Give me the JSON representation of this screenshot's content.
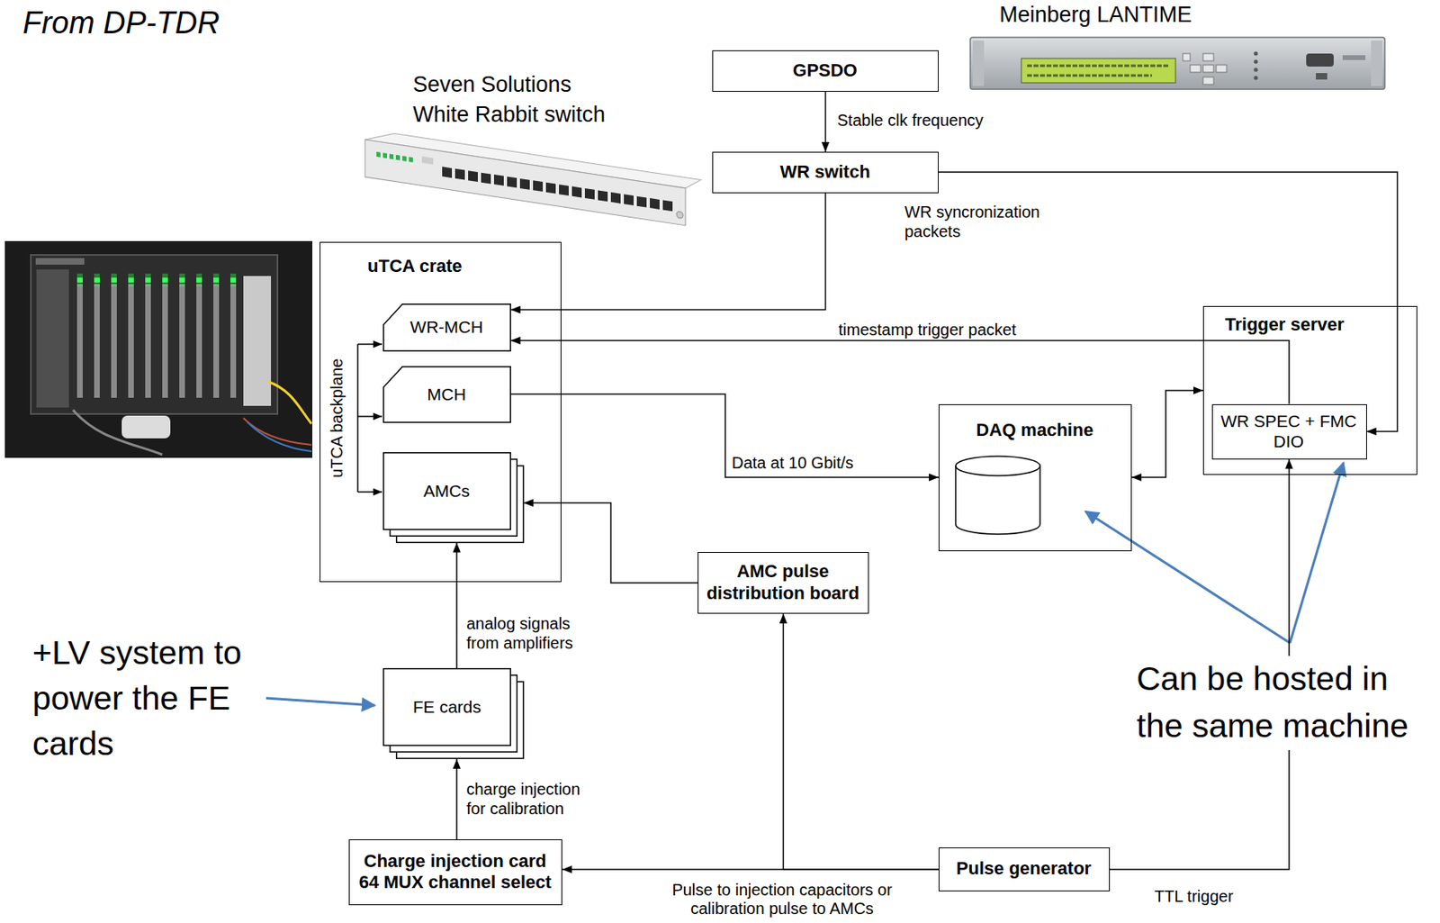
{
  "diagram": {
    "title": "From DP-TDR",
    "nodes": [
      {
        "text": [
          "GPSDO"
        ]
      },
      {
        "text": [
          "WR switch"
        ]
      },
      {
        "text": [
          "uTCA crate"
        ]
      },
      {
        "text": [
          "WR-MCH"
        ],
        "in": 2
      },
      {
        "text": [
          "MCH"
        ],
        "in": 2
      },
      {
        "text": [
          "AMCs"
        ],
        "in": 2
      },
      {
        "text": [
          "Trigger server"
        ]
      },
      {
        "text": [
          "WR SPEC + FMC DIO"
        ],
        "in": 6
      },
      {
        "text": [
          "DAQ machine"
        ]
      },
      {
        "text": [
          "AMC pulse distribution board"
        ]
      },
      {
        "text": [
          "FE cards"
        ]
      },
      {
        "text": [
          "Charge injection card 64 MUX channel select"
        ]
      },
      {
        "text": [
          "Pulse generator"
        ]
      }
    ],
    "edges": [
      {
        "from": 0,
        "to": 1,
        "label": "Stable clk frequency",
        "arrow": "to"
      },
      {
        "from": 1,
        "to": 3,
        "label": "WR syncronization packets",
        "arrow": "to"
      },
      {
        "from": 1,
        "to": 7,
        "arrow": "to"
      },
      {
        "from": 7,
        "to": 3,
        "label": "timestamp trigger packet",
        "arrow": "to"
      },
      {
        "from": 4,
        "to": 8,
        "label": "Data at 10 Gbit/s",
        "arrow": "to"
      },
      {
        "from": 8,
        "to": 6,
        "arrow": "both"
      },
      {
        "from": 9,
        "to": 5,
        "arrow": "to"
      },
      {
        "from": 10,
        "to": 5,
        "label": "analog signals from amplifiers",
        "arrow": "to"
      },
      {
        "from": 11,
        "to": 10,
        "label": "charge injection for calibration",
        "arrow": "to"
      },
      {
        "from": 12,
        "to": 11,
        "label": "Pulse to injection capacitors or calibration pulse to AMCs",
        "arrow": "to"
      },
      {
        "from": 12,
        "to": 9,
        "arrow": "to"
      },
      {
        "from": 12,
        "to": 7,
        "label": "TTL trigger",
        "arrow": "to"
      }
    ],
    "labels": [
      "Meinberg LANTIME",
      "Seven Solutions White Rabbit switch",
      "uTCA backplane",
      "+LV system to power the FE cards",
      "Can be hosted in the same machine"
    ]
  }
}
